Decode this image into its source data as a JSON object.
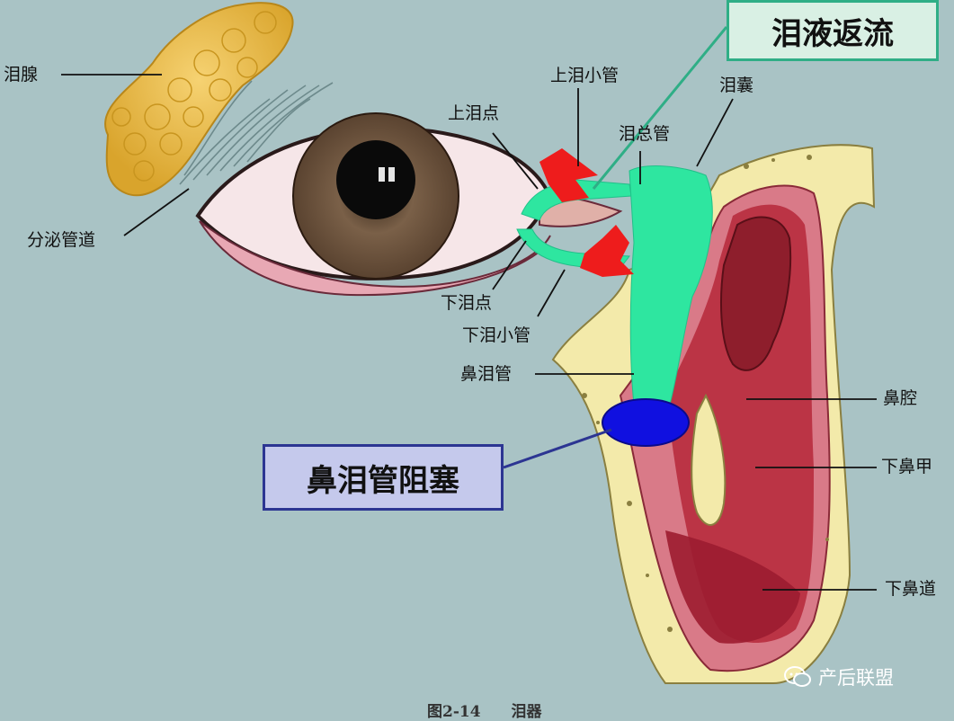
{
  "labels": {
    "lacrimal_gland": "泪腺",
    "excretory_ducts": "分泌管道",
    "upper_punctum": "上泪点",
    "upper_canaliculus": "上泪小管",
    "common_canaliculus": "泪总管",
    "lacrimal_sac": "泪囊",
    "lower_punctum": "下泪点",
    "lower_canaliculus": "下泪小管",
    "nasolacrimal_duct": "鼻泪管",
    "nasal_cavity": "鼻腔",
    "inferior_turbinate": "下鼻甲",
    "inferior_meatus": "下鼻道"
  },
  "callouts": {
    "tear_reflux": "泪液返流",
    "duct_obstruction": "鼻泪管阻塞"
  },
  "caption": {
    "figure_number": "图2-14",
    "figure_title": "泪器"
  },
  "watermark": {
    "text": "产后联盟"
  },
  "colors": {
    "background": "#a9c3c5",
    "tear_pathway": "#2ee6a0",
    "reflux_arrows": "#ee1c1c",
    "obstruction": "#1010e0",
    "callout_reflux_border": "#2fae86",
    "callout_block_border": "#2c3592"
  }
}
